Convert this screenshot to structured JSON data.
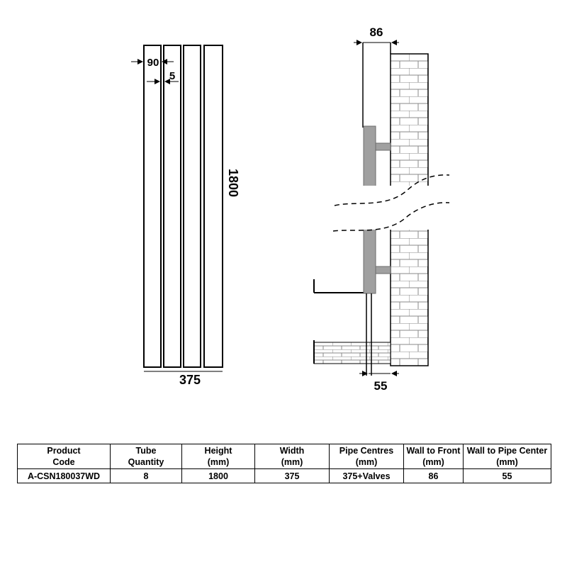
{
  "front_view": {
    "tube_width_label": "90",
    "gap_label": "5",
    "height_label": "1800",
    "width_label": "375"
  },
  "side_view": {
    "wall_to_front_label": "86",
    "wall_to_pipe_label": "55"
  },
  "table": {
    "headers": [
      [
        "Product",
        "Code"
      ],
      [
        "Tube",
        "Quantity"
      ],
      [
        "Height",
        "(mm)"
      ],
      [
        "Width",
        "(mm)"
      ],
      [
        "Pipe Centres",
        "(mm)"
      ],
      [
        "Wall to Front",
        "(mm)"
      ],
      [
        "Wall to Pipe Center",
        "(mm)"
      ]
    ],
    "row": [
      "A-CSN180037WD",
      "8",
      "1800",
      "375",
      "375+Valves",
      "86",
      "55"
    ]
  }
}
